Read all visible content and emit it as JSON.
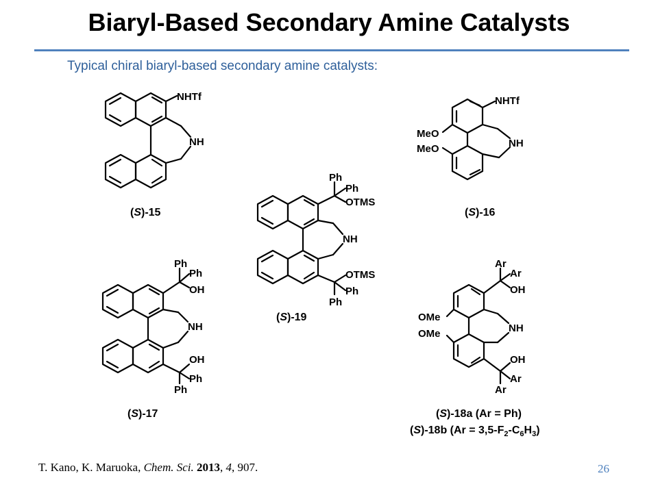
{
  "slide": {
    "title": "Biaryl-Based Secondary Amine Catalysts",
    "subtitle": "Typical chiral biaryl-based secondary amine catalysts:",
    "page_number": "26"
  },
  "structures": {
    "s15": {
      "nhtf": "NHTf",
      "nh": "NH",
      "label_pre": "(",
      "label_S": "S",
      "label_post": ")-15"
    },
    "s16": {
      "nhtf": "NHTf",
      "meo1": "MeO",
      "meo2": "MeO",
      "nh": "NH",
      "label_pre": "(",
      "label_S": "S",
      "label_post": ")-16"
    },
    "s19": {
      "ph1": "Ph",
      "ph2": "Ph",
      "otms1": "OTMS",
      "nh": "NH",
      "otms2": "OTMS",
      "ph3": "Ph",
      "ph4": "Ph",
      "label_pre": "(",
      "label_S": "S",
      "label_post": ")-19"
    },
    "s17": {
      "ph1": "Ph",
      "ph2": "Ph",
      "oh1": "OH",
      "nh": "NH",
      "oh2": "OH",
      "ph3": "Ph",
      "ph4": "Ph",
      "label_pre": "(",
      "label_S": "S",
      "label_post": ")-17"
    },
    "s18": {
      "ar1": "Ar",
      "ar2": "Ar",
      "oh1": "OH",
      "ome1": "OMe",
      "ome2": "OMe",
      "nh": "NH",
      "oh2": "OH",
      "ar3": "Ar",
      "ar4": "Ar",
      "label_a_pre": "(",
      "label_a_S": "S",
      "label_a_post": ")-18a (Ar = Ph)",
      "label_b_pre": "(",
      "label_b_S": "S",
      "label_b_mid": ")-18b (Ar = 3,5-F",
      "label_b_sub1": "2",
      "label_b_mid2": "-C",
      "label_b_sub2": "6",
      "label_b_mid3": "H",
      "label_b_sub3": "3",
      "label_b_post": ")"
    }
  },
  "citation": {
    "authors": "T. Kano, K. Maruoka, ",
    "journal": "Chem. Sci.",
    "year": "2013",
    "volume": "4",
    "pages": "907."
  }
}
